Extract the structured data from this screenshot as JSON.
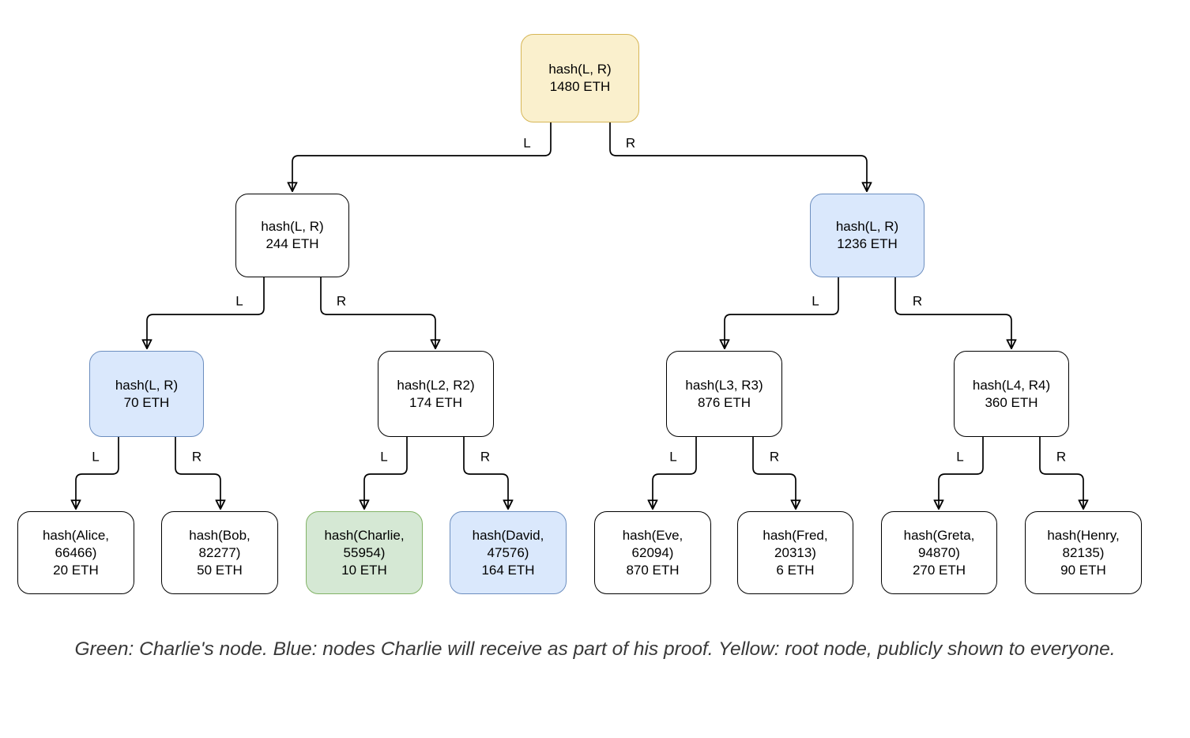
{
  "diagram": {
    "nodes": {
      "root": {
        "hash": "hash(L, R)",
        "amount": "1480 ETH",
        "color": "yellow"
      },
      "n_l": {
        "hash": "hash(L, R)",
        "amount": "244 ETH",
        "color": "white"
      },
      "n_r": {
        "hash": "hash(L, R)",
        "amount": "1236 ETH",
        "color": "blue"
      },
      "n_ll": {
        "hash": "hash(L, R)",
        "amount": "70 ETH",
        "color": "blue"
      },
      "n_lr": {
        "hash": "hash(L2, R2)",
        "amount": "174 ETH",
        "color": "white"
      },
      "n_rl": {
        "hash": "hash(L3, R3)",
        "amount": "876 ETH",
        "color": "white"
      },
      "n_rr": {
        "hash": "hash(L4, R4)",
        "amount": "360 ETH",
        "color": "white"
      },
      "alice": {
        "hash": "hash(Alice, 66466)",
        "amount": "20 ETH",
        "color": "white"
      },
      "bob": {
        "hash": "hash(Bob, 82277)",
        "amount": "50 ETH",
        "color": "white"
      },
      "charlie": {
        "hash": "hash(Charlie, 55954)",
        "amount": "10 ETH",
        "color": "green"
      },
      "david": {
        "hash": "hash(David, 47576)",
        "amount": "164 ETH",
        "color": "blue"
      },
      "eve": {
        "hash": "hash(Eve, 62094)",
        "amount": "870 ETH",
        "color": "white"
      },
      "fred": {
        "hash": "hash(Fred, 20313)",
        "amount": "6 ETH",
        "color": "white"
      },
      "greta": {
        "hash": "hash(Greta, 94870)",
        "amount": "270 ETH",
        "color": "white"
      },
      "henry": {
        "hash": "hash(Henry, 82135)",
        "amount": "90 ETH",
        "color": "white"
      }
    },
    "edge_labels": {
      "left": "L",
      "right": "R"
    },
    "colors": {
      "yellow_fill": "#faf0cd",
      "yellow_border": "#d6b656",
      "blue_fill": "#dae8fc",
      "blue_border": "#6c8ebf",
      "green_fill": "#d5e8d4",
      "green_border": "#82b366",
      "white_fill": "#ffffff",
      "node_border": "#000000",
      "edge": "#000000"
    }
  },
  "caption": "Green: Charlie's node. Blue: nodes Charlie will receive as part of his proof. Yellow: root node, publicly shown to everyone."
}
